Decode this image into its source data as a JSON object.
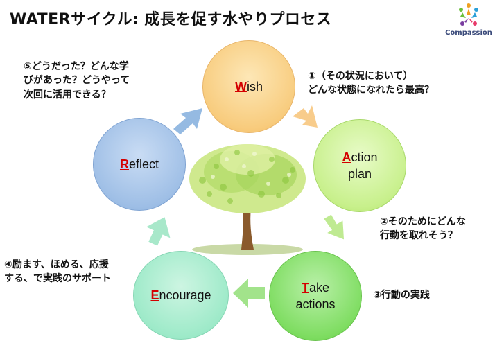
{
  "title": "WATERサイクル: 成長を促す水やりプロセス",
  "logo": {
    "text": "Compassion"
  },
  "nodes": {
    "wish": {
      "first": "W",
      "rest": "ish",
      "line2": ""
    },
    "action": {
      "first": "A",
      "rest": "ction",
      "line2": "plan"
    },
    "take": {
      "first": "T",
      "rest": "ake",
      "line2": "actions"
    },
    "encourage": {
      "first": "E",
      "rest": "ncourage",
      "line2": ""
    },
    "reflect": {
      "first": "R",
      "rest": "eflect",
      "line2": ""
    }
  },
  "notes": {
    "n1": [
      "①（その状況において）",
      "どんな状態になれたら最高？"
    ],
    "n2": [
      "②そのためにどんな",
      "行動を取れそう？"
    ],
    "n3": [
      "③行動の実践"
    ],
    "n4": [
      "④励ます、ほめる、応援",
      "する、で実践のサポート"
    ],
    "n5": [
      "⑤どうだった？どんな学",
      "びがあった？どうやって",
      "次回に活用できる？"
    ]
  },
  "colors": {
    "wish": "#f8cc7e",
    "action": "#c8f08c",
    "take": "#7fdd62",
    "encourage": "#9eeac9",
    "reflect": "#9fbfe6",
    "initial": "#d40000"
  }
}
